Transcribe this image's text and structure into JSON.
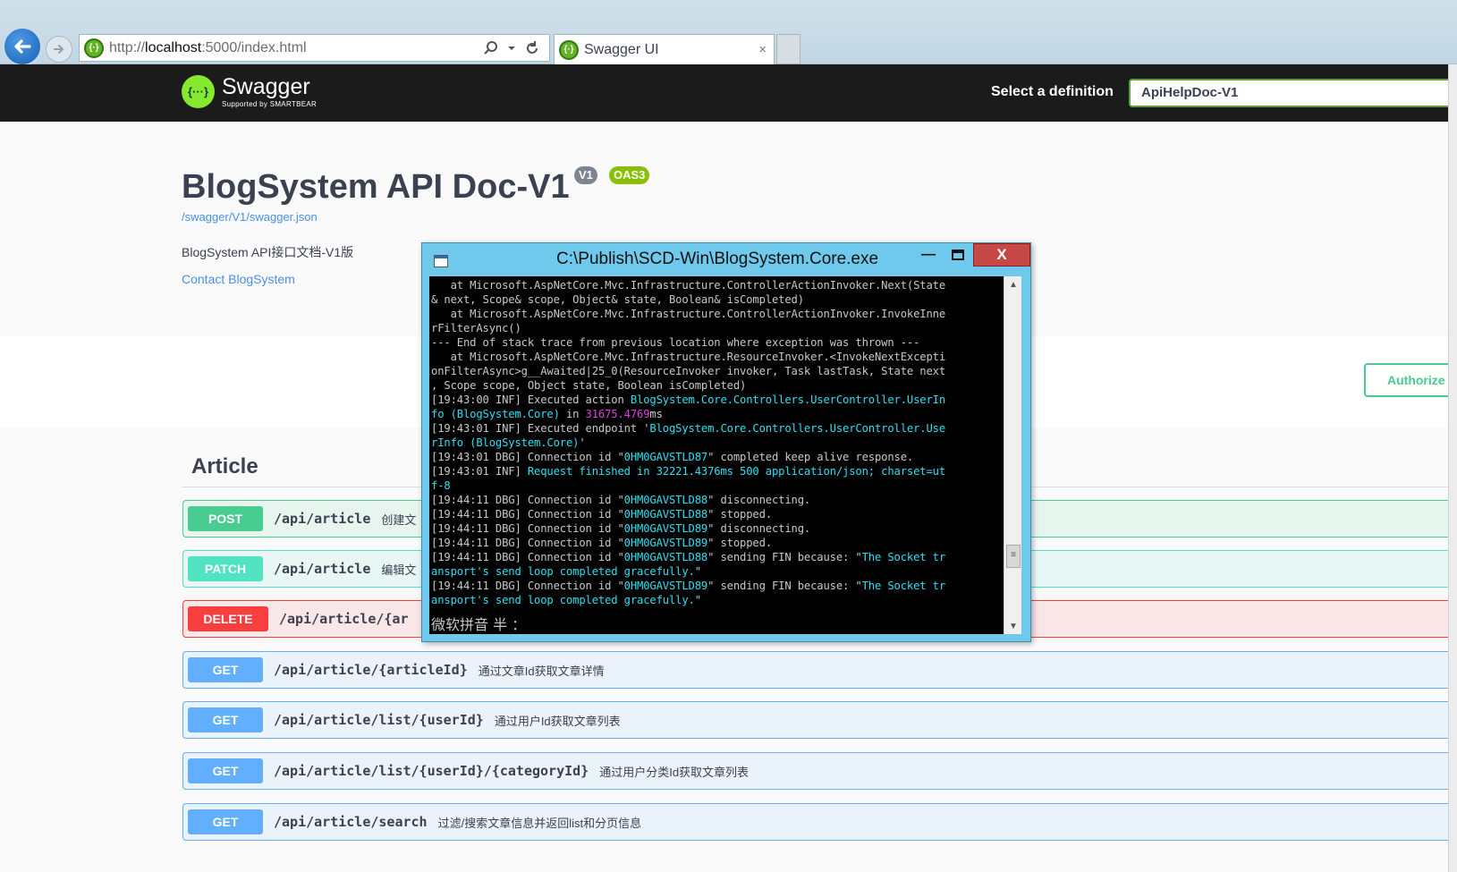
{
  "browser": {
    "url_prefix": "http://",
    "url_host": "localhost",
    "url_rest": ":5000/index.html",
    "tab_title": "Swagger UI",
    "tab_close": "×"
  },
  "topbar": {
    "logo_text": "Swagger",
    "logo_sub": "Supported by SMARTBEAR",
    "logo_glyph": "{···}",
    "definition_label": "Select a definition",
    "definition_value": "ApiHelpDoc-V1"
  },
  "info": {
    "title": "BlogSystem API Doc-V1",
    "version_badge": "V1",
    "oas_badge": "OAS3",
    "json_link": "/swagger/V1/swagger.json",
    "description": "BlogSystem API接口文档-V1版",
    "contact": "Contact BlogSystem"
  },
  "scheme": {
    "authorize_label": "Authorize"
  },
  "tag": {
    "name": "Article"
  },
  "operations": [
    {
      "method": "POST",
      "path": "/api/article",
      "summary": "创建文"
    },
    {
      "method": "PATCH",
      "path": "/api/article",
      "summary": "编辑文"
    },
    {
      "method": "DELETE",
      "path": "/api/article/{ar",
      "summary": ""
    },
    {
      "method": "GET",
      "path": "/api/article/{articleId}",
      "summary": "通过文章Id获取文章详情"
    },
    {
      "method": "GET",
      "path": "/api/article/list/{userId}",
      "summary": "通过用户Id获取文章列表"
    },
    {
      "method": "GET",
      "path": "/api/article/list/{userId}/{categoryId}",
      "summary": "通过用户分类Id获取文章列表"
    },
    {
      "method": "GET",
      "path": "/api/article/search",
      "summary": "过滤/搜索文章信息并返回list和分页信息"
    }
  ],
  "console": {
    "title": "C:\\Publish\\SCD-Win\\BlogSystem.Core.exe",
    "min_glyph": "—",
    "close_glyph": "X",
    "ime_text": "微软拼音 半 ：",
    "lines": [
      {
        "parts": [
          {
            "t": "   at Microsoft.AspNetCore.Mvc.Infrastructure.ControllerActionInvoker.Next(State",
            "c": ""
          }
        ]
      },
      {
        "parts": [
          {
            "t": "& next, Scope& scope, Object& state, Boolean& isCompleted)",
            "c": ""
          }
        ]
      },
      {
        "parts": [
          {
            "t": "   at Microsoft.AspNetCore.Mvc.Infrastructure.ControllerActionInvoker.InvokeInne",
            "c": ""
          }
        ]
      },
      {
        "parts": [
          {
            "t": "rFilterAsync()",
            "c": ""
          }
        ]
      },
      {
        "parts": [
          {
            "t": "--- End of stack trace from previous location where exception was thrown ---",
            "c": ""
          }
        ]
      },
      {
        "parts": [
          {
            "t": "   at Microsoft.AspNetCore.Mvc.Infrastructure.ResourceInvoker.<InvokeNextExcepti",
            "c": ""
          }
        ]
      },
      {
        "parts": [
          {
            "t": "onFilterAsync>g__Awaited|25_0(ResourceInvoker invoker, Task lastTask, State next",
            "c": ""
          }
        ]
      },
      {
        "parts": [
          {
            "t": ", Scope scope, Object state, Boolean isCompleted)",
            "c": ""
          }
        ]
      },
      {
        "parts": [
          {
            "t": "[19:43:00 INF] Executed action ",
            "c": ""
          },
          {
            "t": "BlogSystem.Core.Controllers.UserController.UserIn",
            "c": "c-cyan"
          }
        ]
      },
      {
        "parts": [
          {
            "t": "fo (BlogSystem.Core)",
            "c": "c-cyan"
          },
          {
            "t": " in ",
            "c": ""
          },
          {
            "t": "31675.4769",
            "c": "c-magenta"
          },
          {
            "t": "ms",
            "c": ""
          }
        ]
      },
      {
        "parts": [
          {
            "t": "[19:43:01 INF] Executed endpoint '",
            "c": ""
          },
          {
            "t": "BlogSystem.Core.Controllers.UserController.Use",
            "c": "c-cyan"
          }
        ]
      },
      {
        "parts": [
          {
            "t": "rInfo (BlogSystem.Core)",
            "c": "c-cyan"
          },
          {
            "t": "'",
            "c": ""
          }
        ]
      },
      {
        "parts": [
          {
            "t": "[19:43:01 DBG] Connection id \"",
            "c": ""
          },
          {
            "t": "0HM0GAVSTLD87",
            "c": "c-cyan"
          },
          {
            "t": "\" completed keep alive response.",
            "c": ""
          }
        ]
      },
      {
        "parts": [
          {
            "t": "[19:43:01 INF] ",
            "c": ""
          },
          {
            "t": "Request finished in 32221.4376ms 500 application/json; charset=ut",
            "c": "c-cyan"
          }
        ]
      },
      {
        "parts": [
          {
            "t": "f-8",
            "c": "c-cyan"
          }
        ]
      },
      {
        "parts": [
          {
            "t": "[19:44:11 DBG] Connection id \"",
            "c": ""
          },
          {
            "t": "0HM0GAVSTLD88",
            "c": "c-cyan"
          },
          {
            "t": "\" disconnecting.",
            "c": ""
          }
        ]
      },
      {
        "parts": [
          {
            "t": "[19:44:11 DBG] Connection id \"",
            "c": ""
          },
          {
            "t": "0HM0GAVSTLD88",
            "c": "c-cyan"
          },
          {
            "t": "\" stopped.",
            "c": ""
          }
        ]
      },
      {
        "parts": [
          {
            "t": "[19:44:11 DBG] Connection id \"",
            "c": ""
          },
          {
            "t": "0HM0GAVSTLD89",
            "c": "c-cyan"
          },
          {
            "t": "\" disconnecting.",
            "c": ""
          }
        ]
      },
      {
        "parts": [
          {
            "t": "[19:44:11 DBG] Connection id \"",
            "c": ""
          },
          {
            "t": "0HM0GAVSTLD89",
            "c": "c-cyan"
          },
          {
            "t": "\" stopped.",
            "c": ""
          }
        ]
      },
      {
        "parts": [
          {
            "t": "[19:44:11 DBG] Connection id \"",
            "c": ""
          },
          {
            "t": "0HM0GAVSTLD88",
            "c": "c-cyan"
          },
          {
            "t": "\" sending FIN because: \"",
            "c": ""
          },
          {
            "t": "The Socket tr",
            "c": "c-cyan"
          }
        ]
      },
      {
        "parts": [
          {
            "t": "ansport's send loop completed gracefully.",
            "c": "c-cyan"
          },
          {
            "t": "\"",
            "c": ""
          }
        ]
      },
      {
        "parts": [
          {
            "t": "[19:44:11 DBG] Connection id \"",
            "c": ""
          },
          {
            "t": "0HM0GAVSTLD89",
            "c": "c-cyan"
          },
          {
            "t": "\" sending FIN because: \"",
            "c": ""
          },
          {
            "t": "The Socket tr",
            "c": "c-cyan"
          }
        ]
      },
      {
        "parts": [
          {
            "t": "ansport's send loop completed gracefully.",
            "c": "c-cyan"
          },
          {
            "t": "\"",
            "c": ""
          }
        ]
      }
    ]
  },
  "colors": {
    "post": "#49cc90",
    "patch": "#50e3c2",
    "delete": "#f93e3e",
    "get": "#61affe",
    "topbar": "#1b1b1b",
    "console_frame": "#6ec9ec"
  },
  "icons": {
    "back": "back-arrow-icon",
    "forward": "forward-arrow-icon",
    "search": "search-icon",
    "dropdown": "chevron-down-icon",
    "refresh": "refresh-icon",
    "close": "close-icon"
  }
}
